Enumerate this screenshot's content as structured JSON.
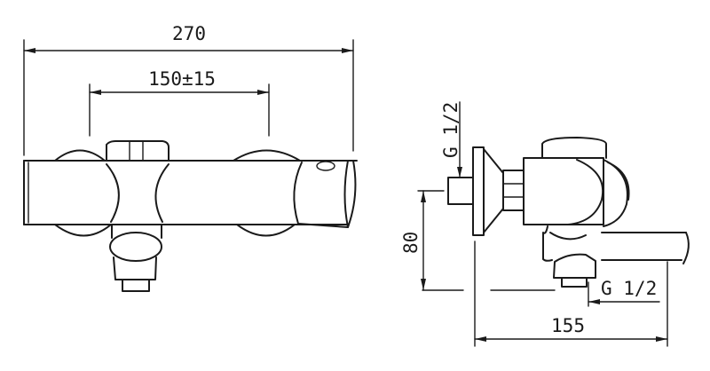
{
  "front_view": {
    "overall_width": "270",
    "handle_spacing": "150±15"
  },
  "side_view": {
    "inlet_thread": "G 1/2",
    "height": "80",
    "outlet_thread": "G 1/2",
    "depth": "155"
  }
}
